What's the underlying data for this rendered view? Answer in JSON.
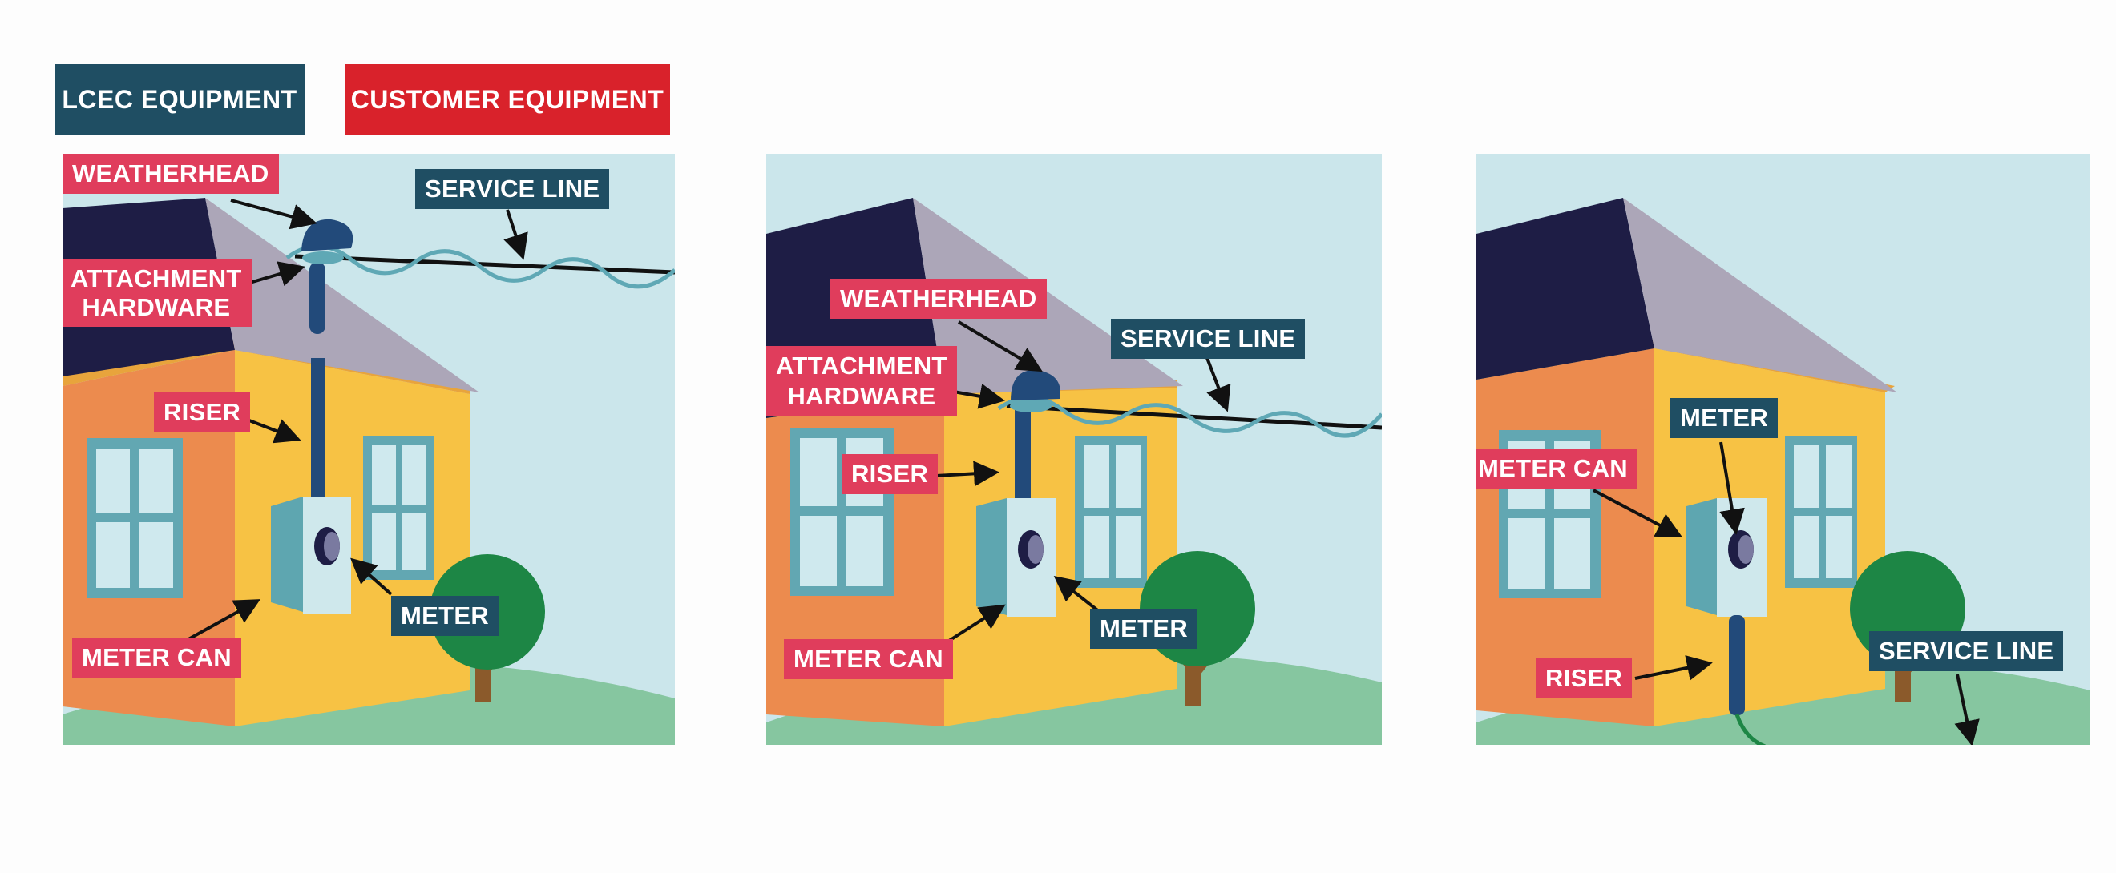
{
  "legend": {
    "lcec": "LCEC EQUIPMENT",
    "customer": "CUSTOMER EQUIPMENT"
  },
  "colors": {
    "lcec": "#1f4e63",
    "customer": "#e03d5c",
    "customer_legend": "#d9222b",
    "sky": "#cbe6eb",
    "roof_dark": "#1e1d45",
    "roof_light": "#aca6b8",
    "wall_front": "#f7c244",
    "wall_side": "#ec8b4e",
    "window": "#62a7b2",
    "meter_can": "#5ea6b0",
    "riser": "#224a7a",
    "tree": "#1d8645",
    "trunk": "#8b5a2b",
    "grass": "#86c6a0"
  },
  "panels": [
    {
      "labels": {
        "weatherhead": "WEATHERHEAD",
        "attachment_hardware_1": "ATTACHMENT",
        "attachment_hardware_2": "HARDWARE",
        "riser": "RISER",
        "meter_can": "METER CAN",
        "service_line": "SERVICE LINE",
        "meter": "METER"
      }
    },
    {
      "labels": {
        "weatherhead": "WEATHERHEAD",
        "attachment_hardware_1": "ATTACHMENT",
        "attachment_hardware_2": "HARDWARE",
        "riser": "RISER",
        "meter_can": "METER CAN",
        "service_line": "SERVICE LINE",
        "meter": "METER"
      }
    },
    {
      "labels": {
        "meter": "METER",
        "meter_can": "METER CAN",
        "riser": "RISER",
        "service_line": "SERVICE LINE"
      }
    }
  ]
}
